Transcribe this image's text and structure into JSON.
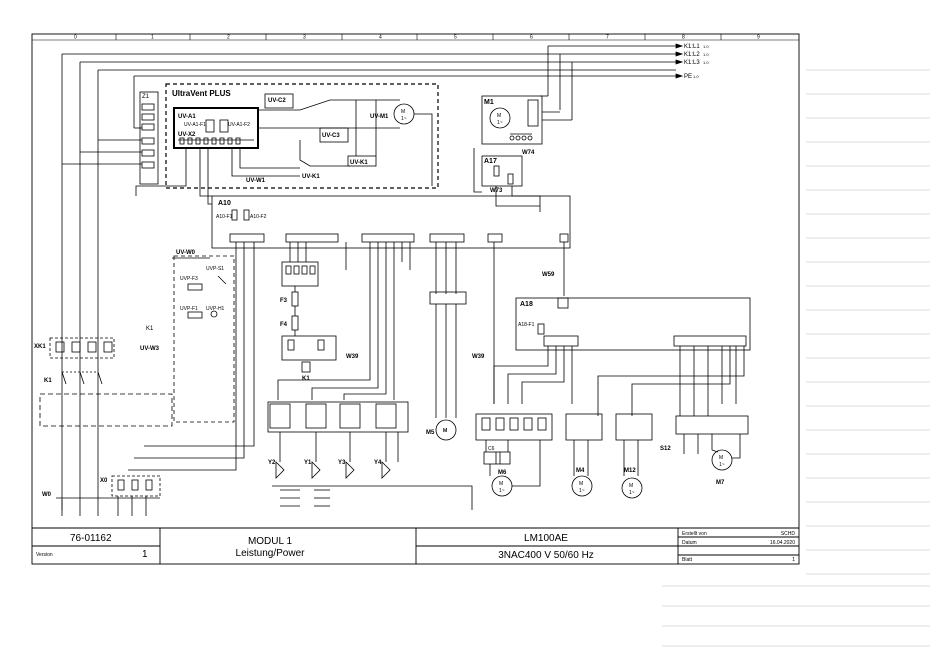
{
  "grid": {
    "columns": [
      "0",
      "1",
      "2",
      "3",
      "4",
      "5",
      "6",
      "7",
      "8",
      "9"
    ]
  },
  "feed_lines": [
    {
      "label": "K1:L1",
      "ref": "1.0"
    },
    {
      "label": "K1:L2",
      "ref": "1.0"
    },
    {
      "label": "K1:L3",
      "ref": "1.0"
    },
    {
      "label": "PE",
      "ref": "1.0"
    }
  ],
  "labels": {
    "z1": "Z1",
    "ultravent_title": "UltraVent PLUS",
    "uv_a1": "UV-A1",
    "uv_a1_f1": "UV-A1-F1",
    "uv_a1_f2": "UV-A1-F2",
    "uv_x2": "UV-X2",
    "uv_c2": "UV-C2",
    "uv_c3": "UV-C3",
    "uv_m1": "UV-M1",
    "uv_w1": "UV-W1",
    "uv_k1": "UV-K1",
    "m1": "M1",
    "w74": "W74",
    "a17": "A17",
    "w73": "W73",
    "a10": "A10",
    "a10_f1": "A10-F1",
    "a10_f2": "A10-F2",
    "uv_w0": "UV-W0",
    "uvp_f3": "UVP-F3",
    "uvp_s1": "UVP-S1",
    "uvp_f1": "UVP-F1",
    "uvp_h1": "UVP-H1",
    "uv_w3": "UV-W3",
    "k1_coil": "K1",
    "xk1": "XK1",
    "k1": "K1",
    "f3": "F3",
    "f4": "F4",
    "k1_lower": "K1",
    "w39": "W39",
    "w59": "W59",
    "a18": "A18",
    "a18_f1": "A18-F1",
    "w39_b": "W39",
    "w0": "W0",
    "x0": "X0",
    "m5": "M5",
    "c6": "C6",
    "m6": "M6",
    "m4": "M4",
    "m12": "M12",
    "m7": "M7",
    "s12": "S12",
    "y2": "Y2",
    "y1": "Y1",
    "y3": "Y3",
    "y4": "Y4",
    "motor_m": "M",
    "motor_ac": "1~"
  },
  "title_block": {
    "drawing_no": "76-01162",
    "version_label": "Version",
    "version": "1",
    "module": "MODUL 1",
    "subtitle": "Leistung/Power",
    "model": "LM100AE",
    "supply": "3NAC400 V 50/60 Hz",
    "created_by_label": "Erstellt von",
    "created_by": "SCHD",
    "date_label": "Datum",
    "date": "16.04.2020",
    "sheet_label": "Blatt",
    "sheet": "1"
  },
  "colors": {
    "line": "#000000",
    "grid": "#555555",
    "side": "#bdbdbd"
  }
}
